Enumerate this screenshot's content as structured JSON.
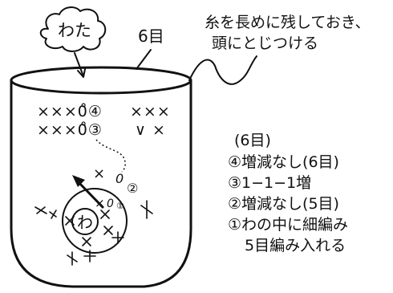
{
  "cloud_label": "わた",
  "stitch_count_label": "6目",
  "yarn_note": [
    "糸を長めに残しておき、",
    "頭にとじつける"
  ],
  "chart": {
    "row4": {
      "left": "×××0̊④",
      "right": "×××"
    },
    "row3": {
      "left": "×××0̊③",
      "right": "∨ ×"
    },
    "row2_marker": "②",
    "row1_marker": "①",
    "ring_label": "わ"
  },
  "legend": [
    "(6目)",
    "④増減なし(6目)",
    "③1−1−1増",
    "②増減なし(5目)",
    "①わの中に細編み",
    "5目編み入れる"
  ]
}
